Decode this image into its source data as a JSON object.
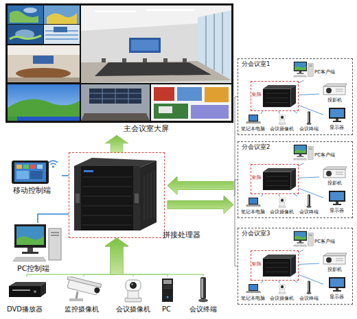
{
  "diagram": {
    "nodes": [
      {
        "text": [
          "主会议室大屏"
        ]
      },
      {
        "text": [
          "拼接处理器"
        ]
      },
      {
        "text": [
          "移动控制端"
        ]
      },
      {
        "text": [
          "PC控制端"
        ]
      },
      {
        "text": [
          "DVD播放器"
        ]
      },
      {
        "text": [
          "监控摄像机"
        ]
      },
      {
        "text": [
          "会议摄像机"
        ]
      },
      {
        "text": [
          "PC"
        ]
      },
      {
        "text": [
          "会议终端"
        ]
      },
      {
        "text": [
          "分会议室1"
        ]
      },
      {
        "text": [
          "PC客户端"
        ],
        "in": 9
      },
      {
        "text": [
          "矩阵"
        ],
        "in": 9
      },
      {
        "text": [
          "笔记本电脑"
        ],
        "in": 9
      },
      {
        "text": [
          "会议摄像机"
        ],
        "in": 9
      },
      {
        "text": [
          "会议终端"
        ],
        "in": 9
      },
      {
        "text": [
          "投影机"
        ],
        "in": 9
      },
      {
        "text": [
          "显示器"
        ],
        "in": 9
      },
      {
        "text": [
          "分会议室2"
        ]
      },
      {
        "text": [
          "PC客户端"
        ],
        "in": 17
      },
      {
        "text": [
          "矩阵"
        ],
        "in": 17
      },
      {
        "text": [
          "笔记本电脑"
        ],
        "in": 17
      },
      {
        "text": [
          "会议摄像机"
        ],
        "in": 17
      },
      {
        "text": [
          "会议终端"
        ],
        "in": 17
      },
      {
        "text": [
          "投影机"
        ],
        "in": 17
      },
      {
        "text": [
          "显示器"
        ],
        "in": 17
      },
      {
        "text": [
          "分会议室3"
        ]
      },
      {
        "text": [
          "PC客户端"
        ],
        "in": 25
      },
      {
        "text": [
          "矩阵"
        ],
        "in": 25
      },
      {
        "text": [
          "笔记本电脑"
        ],
        "in": 25
      },
      {
        "text": [
          "会议摄像机"
        ],
        "in": 25
      },
      {
        "text": [
          "会议终端"
        ],
        "in": 25
      },
      {
        "text": [
          "投影机"
        ],
        "in": 25
      },
      {
        "text": [
          "显示器"
        ],
        "in": 25
      }
    ],
    "edges": [
      {
        "from": 1,
        "to": 0,
        "arrow": "to"
      },
      {
        "from": 4,
        "to": 1,
        "arrow": "to"
      },
      {
        "from": 5,
        "to": 1,
        "arrow": "to"
      },
      {
        "from": 6,
        "to": 1,
        "arrow": "to"
      },
      {
        "from": 7,
        "to": 1,
        "arrow": "to"
      },
      {
        "from": 8,
        "to": 1,
        "arrow": "to"
      },
      {
        "from": 1,
        "to": 9,
        "arrow": "both"
      },
      {
        "from": 1,
        "to": 17,
        "arrow": "both"
      },
      {
        "from": 1,
        "to": 25,
        "arrow": "both"
      },
      {
        "from": 2,
        "to": 1,
        "arrow": "none"
      },
      {
        "from": 3,
        "to": 1,
        "arrow": "none"
      },
      {
        "from": 10,
        "to": 11,
        "arrow": "none"
      },
      {
        "from": 12,
        "to": 11,
        "arrow": "none"
      },
      {
        "from": 13,
        "to": 11,
        "arrow": "none"
      },
      {
        "from": 14,
        "to": 11,
        "arrow": "none"
      },
      {
        "from": 11,
        "to": 15,
        "arrow": "none"
      },
      {
        "from": 11,
        "to": 16,
        "arrow": "none"
      },
      {
        "from": 18,
        "to": 19,
        "arrow": "none"
      },
      {
        "from": 20,
        "to": 19,
        "arrow": "none"
      },
      {
        "from": 21,
        "to": 19,
        "arrow": "none"
      },
      {
        "from": 22,
        "to": 19,
        "arrow": "none"
      },
      {
        "from": 19,
        "to": 23,
        "arrow": "none"
      },
      {
        "from": 19,
        "to": 24,
        "arrow": "none"
      },
      {
        "from": 26,
        "to": 27,
        "arrow": "none"
      },
      {
        "from": 28,
        "to": 27,
        "arrow": "none"
      },
      {
        "from": 29,
        "to": 27,
        "arrow": "none"
      },
      {
        "from": 30,
        "to": 27,
        "arrow": "none"
      },
      {
        "from": 27,
        "to": 31,
        "arrow": "none"
      },
      {
        "from": 27,
        "to": 32,
        "arrow": "none"
      }
    ]
  }
}
